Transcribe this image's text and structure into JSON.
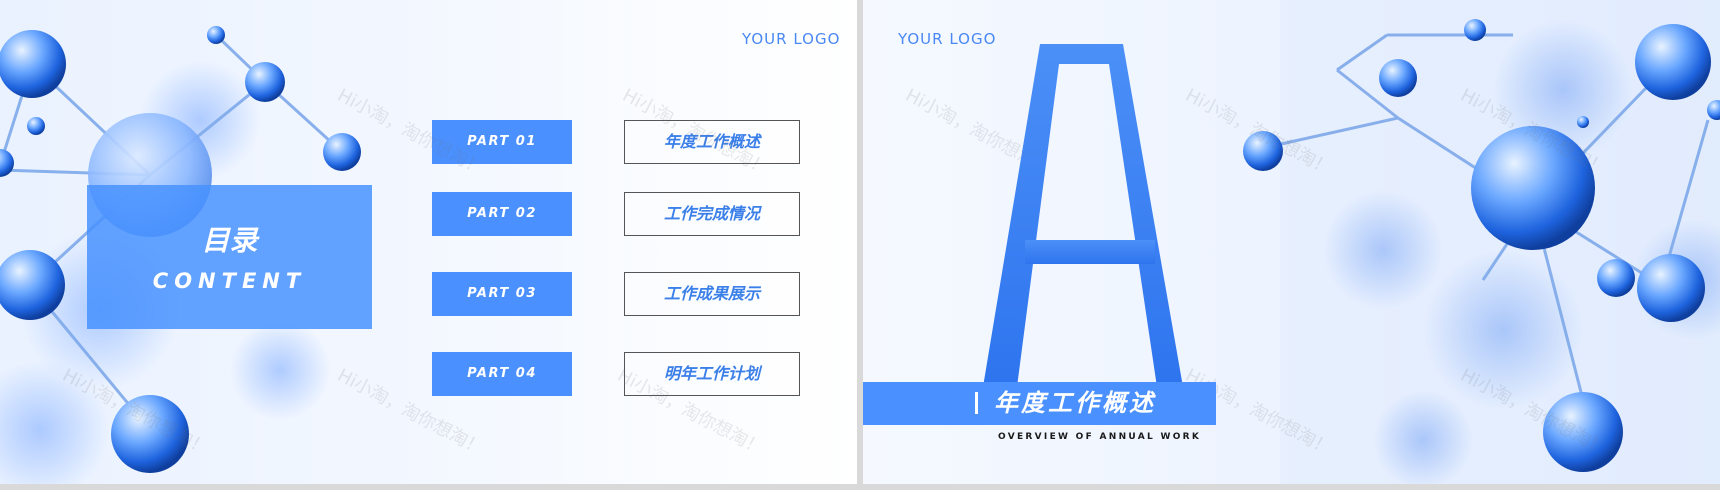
{
  "left_slide": {
    "logo": "YOUR LOGO",
    "content_title": "目录",
    "content_subtitle": "CONTENT",
    "items": [
      {
        "tag": "PART 01",
        "title": "年度工作概述"
      },
      {
        "tag": "PART 02",
        "title": "工作完成情况"
      },
      {
        "tag": "PART 03",
        "title": "工作成果展示"
      },
      {
        "tag": "PART 04",
        "title": "明年工作计划"
      }
    ]
  },
  "right_slide": {
    "logo": "YOUR LOGO",
    "big_letter": "A",
    "title": "年度工作概述",
    "subtitle": "OVERVIEW OF ANNUAL WORK"
  },
  "watermark_text": "Hi小淘，淘你想淘！",
  "colors": {
    "accent": "#4a90ff",
    "accent_text": "#3b7fe9",
    "background": "#d9d9d9"
  },
  "icons": [
    "molecule-illustration"
  ]
}
